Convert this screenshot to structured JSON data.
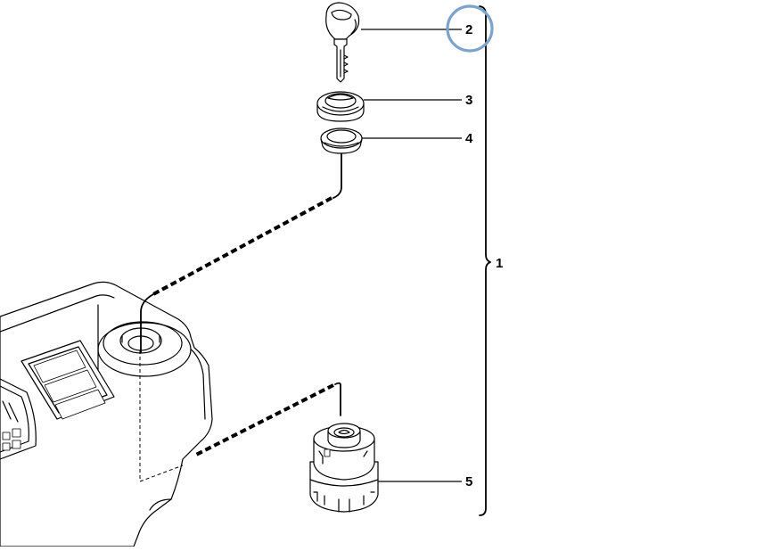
{
  "callouts": {
    "assembly": "1",
    "key": "2",
    "bezel": "3",
    "ring": "4",
    "switch": "5"
  },
  "colors": {
    "highlight": "#7ba3cc",
    "ink": "#000000",
    "paper": "#ffffff"
  }
}
